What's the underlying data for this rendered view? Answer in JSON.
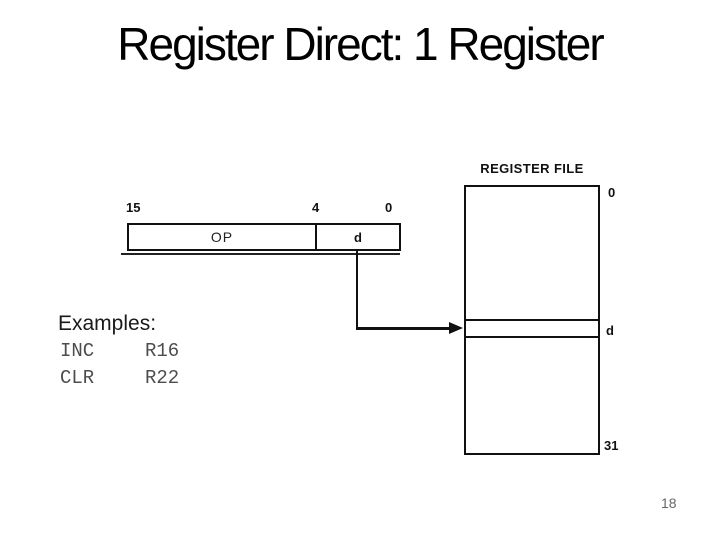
{
  "slide": {
    "title": "Register Direct: 1 Register",
    "page_number": "18"
  },
  "instruction_format": {
    "bit_labels": [
      "15",
      "4",
      "0"
    ],
    "op_field": "OP",
    "d_field": "d"
  },
  "register_file": {
    "title": "REGISTER FILE",
    "top_index": "0",
    "selected_row": "d",
    "bottom_index": "31"
  },
  "examples": {
    "heading": "Examples:",
    "rows": [
      {
        "mnemonic": "INC",
        "operand": "R16"
      },
      {
        "mnemonic": "CLR",
        "operand": "R22"
      }
    ]
  },
  "colors": {
    "line": "#111111",
    "title_text": "#000000",
    "mono_text": "#4d4d4d",
    "page_number": "#666666"
  }
}
